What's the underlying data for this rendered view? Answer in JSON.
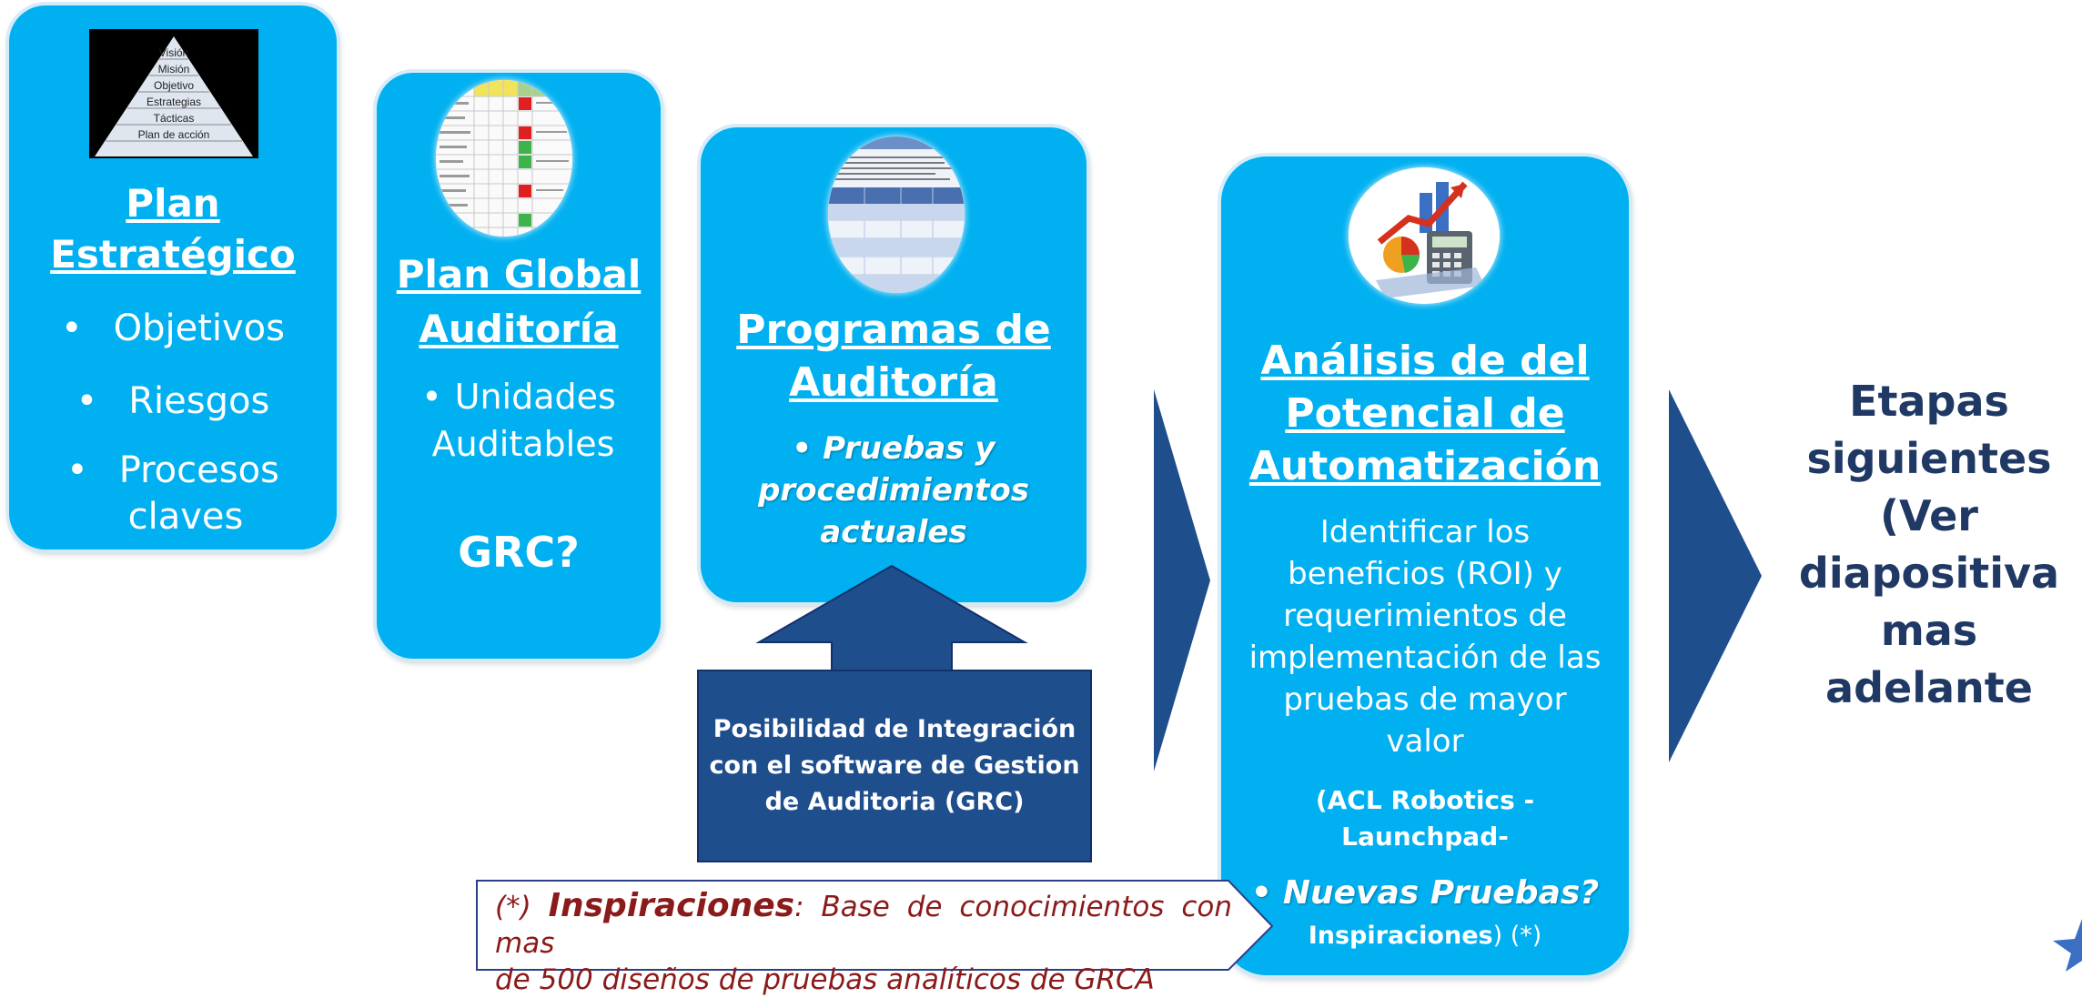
{
  "card1": {
    "pyramid": [
      "Visión",
      "Misión",
      "Objetivo",
      "Estrategias",
      "Tácticas",
      "Plan de acción"
    ],
    "title_line1": "Plan",
    "title_line2": "Estratégico",
    "items": [
      "Objetivos",
      "Riesgos",
      "Procesos",
      "claves"
    ]
  },
  "card2": {
    "title_line1": "Plan Global",
    "title_line2": "Auditoría",
    "item_line1": "Unidades",
    "item_line2": "Auditables",
    "grc": "GRC?"
  },
  "card3": {
    "title_line1": "Programas de",
    "title_line2": "Auditoría",
    "item_line1": "Pruebas y",
    "item_line2": "procedimientos",
    "item_line3": "actuales"
  },
  "integration": {
    "line1": "Posibilidad de Integración",
    "line2": "con el software de Gestion",
    "line3": "de Auditoria (GRC)"
  },
  "card4": {
    "title_line1": "Análisis de del",
    "title_line2": "Potencial de",
    "title_line3": "Automatización",
    "body": [
      "Identificar los",
      "beneficios (ROI) y",
      "requerimientos de",
      "implementación de las",
      "pruebas de mayor",
      "valor"
    ],
    "acl_line1": "(ACL Robotics -",
    "acl_line2": "Launchpad-",
    "new_tests": "Nuevas Pruebas?",
    "insp_bold": "Inspiraciones",
    "insp_rest": ") (*)"
  },
  "callout": {
    "prefix": "(*)",
    "bold": "Inspiraciones",
    "rest_line1": ": Base de conocimientos con mas",
    "line2": "de 500 diseños de pruebas analíticos de GRCA"
  },
  "next": {
    "lines": [
      "Etapas",
      "siguientes",
      "(Ver",
      "diapositiva",
      "mas",
      "adelante"
    ]
  },
  "colors": {
    "card": "#00b0f0",
    "arrow": "#1f4e8c",
    "next_text": "#1f3864",
    "callout_text": "#8b1a1a"
  }
}
